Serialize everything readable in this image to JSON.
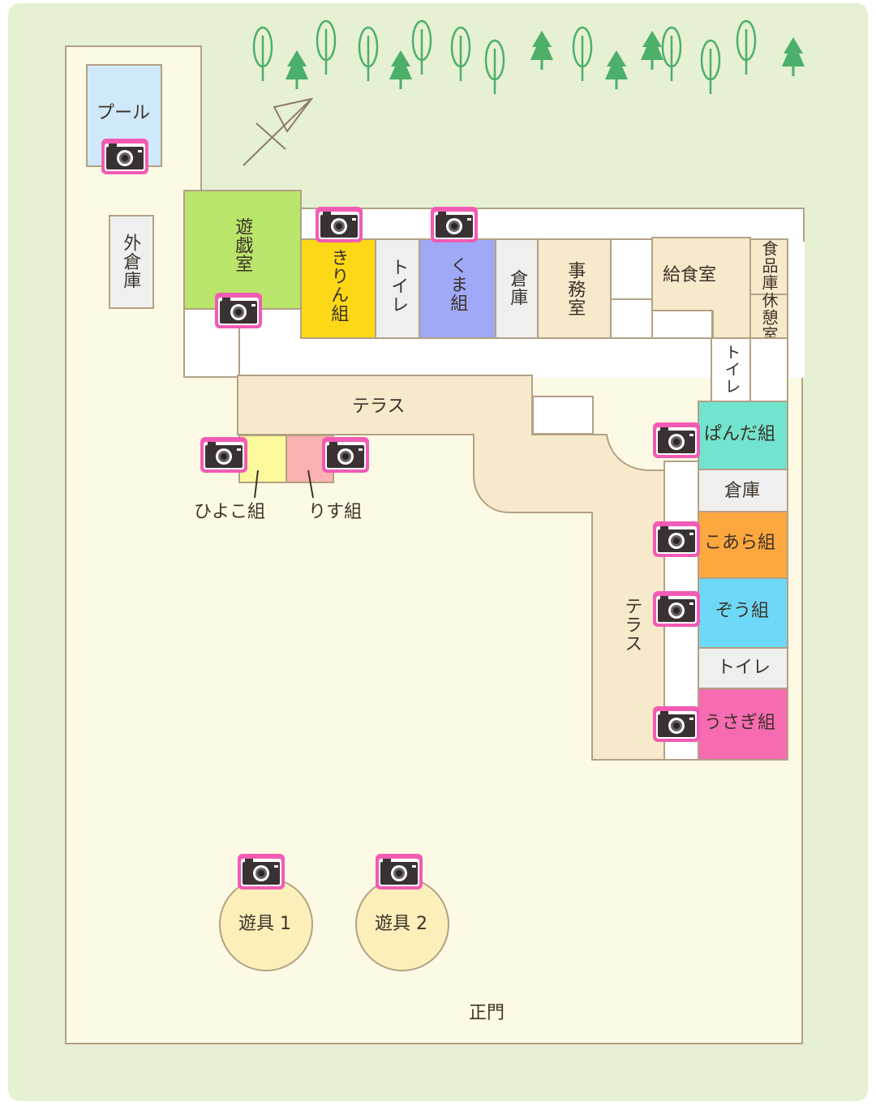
{
  "rooms": {
    "pool": "プール",
    "outdoor_storage": "外倉庫",
    "playroom": "遊戯室",
    "kirin": "きりん組",
    "toilet_1": "トイレ",
    "kuma": "くま組",
    "storage_1": "倉庫",
    "office": "事務室",
    "kitchen": "給食室",
    "food_storage": "食品庫",
    "break_room": "休憩室",
    "toilet_2": "トイレ",
    "terrace_1": "テラス",
    "terrace_2": "テラス",
    "panda": "ぱんだ組",
    "storage_2": "倉庫",
    "koala": "こあら組",
    "zou": "ぞう組",
    "toilet_3": "トイレ",
    "usagi": "うさぎ組",
    "hiyoko": "ひよこ組",
    "risu": "りす組",
    "equipment_1": "遊具 1",
    "equipment_2": "遊具 2",
    "main_gate": "正門"
  },
  "colors": {
    "background": "#e6f0d2",
    "grounds": "#fcfae4",
    "wall": "#b3a185",
    "terrace": "#f7eacb",
    "pool": "#cfe9fb",
    "playroom": "#b9e56b",
    "kirin": "#fdd816",
    "kuma": "#9fa9f8",
    "panda": "#72e3cc",
    "koala": "#fda83e",
    "zou": "#6ed8f8",
    "usagi": "#f76bb1",
    "hiyoko": "#fbf99b",
    "risu": "#fbb1b1",
    "camera_frame": "#f25bb4",
    "camera_body": "#3a3133",
    "tree": "#4caf6a"
  },
  "icons": {
    "camera": "camera-icon",
    "tree": "tree-icon",
    "compass": "north-arrow-icon"
  }
}
